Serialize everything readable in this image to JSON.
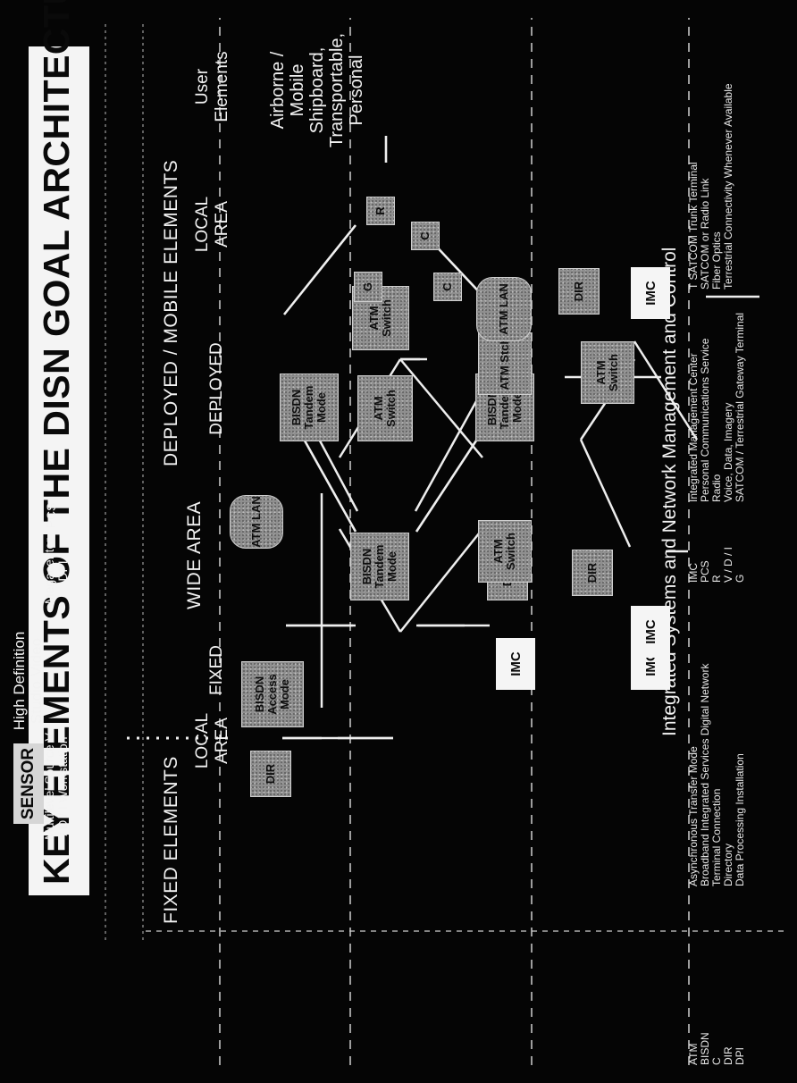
{
  "title": "KEY ELEMENTS OF THE DISN GOAL ARCHITECTURE",
  "sections": {
    "fixed_elements": "FIXED ELEMENTS",
    "deployed_mobile": "DEPLOYED / MOBILE ELEMENTS",
    "wide_area": "WIDE AREA",
    "local_area_left": "LOCAL AREA",
    "fixed": "FIXED",
    "deployed": "DEPLOYED",
    "local_area_right": "LOCAL AREA",
    "user_elements": "User Elements",
    "integrated": "Integrated Systems and Network Management and Control"
  },
  "left_labels": {
    "sensor": "SENSOR",
    "workstation": "Multilevel Source V / D / I Workstation",
    "studio": "High Definition Studio Video",
    "megacenter": "Megacenter DPI",
    "pcs": "PCS"
  },
  "right_labels": {
    "platforms": "Airborne / Mobile Shipboard, Transportable, Personal"
  },
  "nodes": {
    "atm_lan": "ATM LAN",
    "bisdn_access": "BISDN Access Mode",
    "bisdn_tandem": "BISDN Tandem Mode",
    "atm_switch": "ATM Switch",
    "atm_stch": "ATM Stch",
    "dir": "DIR",
    "imc": "IMC",
    "r": "R",
    "c": "C",
    "g": "G"
  },
  "legend": {
    "col1": [
      {
        "abbr": "ATM",
        "text": "Asynchronous Transfer Mode"
      },
      {
        "abbr": "BISDN",
        "text": "Broadband Integrated Services Digital Network"
      },
      {
        "abbr": "C",
        "text": "Terminal Connection"
      },
      {
        "abbr": "DIR",
        "text": "Directory"
      },
      {
        "abbr": "DPI",
        "text": "Data Processing Installation"
      }
    ],
    "col2": [
      {
        "abbr": "IMC",
        "text": "Integrated Management Center"
      },
      {
        "abbr": "PCS",
        "text": "Personal Communications Service"
      },
      {
        "abbr": "R",
        "text": "Radio"
      },
      {
        "abbr": "V / D / I",
        "text": "Voice, Data, Imagery"
      },
      {
        "abbr": "G",
        "text": "SATCOM / Terrestrial Gateway Terminal"
      }
    ],
    "col3": [
      "T SATCOM Trunk Terminal",
      "SATCOM or Radio Link",
      "Fiber Optics",
      "Terrestrial Connectivity Whenever Available"
    ]
  }
}
